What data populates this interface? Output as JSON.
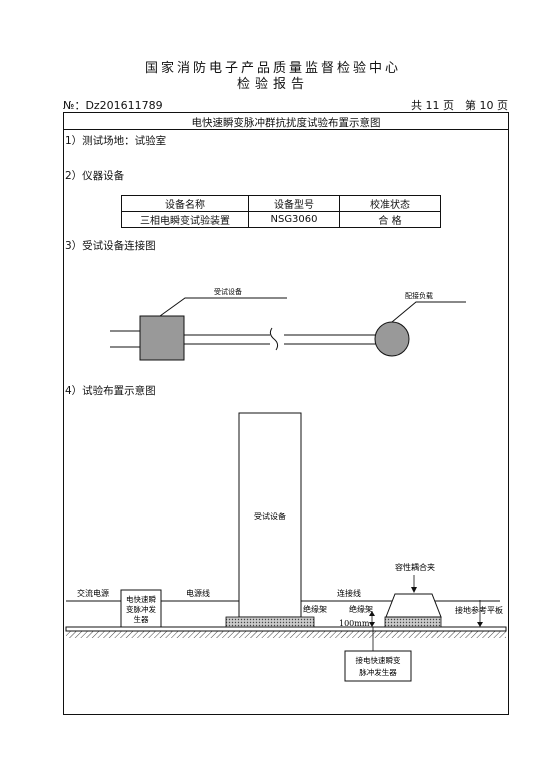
{
  "header": {
    "org": "国家消防电子产品质量监督检验中心",
    "report": "检验报告",
    "doc_no": "№：Dz201611789",
    "pages": "共 11 页　第 10 页"
  },
  "section_title": "电快速瞬变脉冲群抗扰度试验布置示意图",
  "s1": "1）测试场地：试验室",
  "s2": "2）仪器设备",
  "table": {
    "headers": [
      "设备名称",
      "设备型号",
      "校准状态"
    ],
    "row": [
      "三相电瞬变试验装置",
      "NSG3060",
      "合 格"
    ]
  },
  "s3": "3）受试设备连接图",
  "conn": {
    "eut": "受试设备",
    "load": "配接负载"
  },
  "s4": "4）试验布置示意图",
  "layout": {
    "eut": "受试设备",
    "ac": "交流电源",
    "gen": [
      "电快速瞬",
      "变脉冲发",
      "生器"
    ],
    "power": "电源线",
    "link": "连接线",
    "clamp": "容性耦合夹",
    "ins1": "绝缘架",
    "ins2": "绝缘架",
    "dist": "100mm",
    "ground": "接地参考平板",
    "gen2": [
      "接电快速瞬变",
      "脉冲发生器"
    ]
  }
}
